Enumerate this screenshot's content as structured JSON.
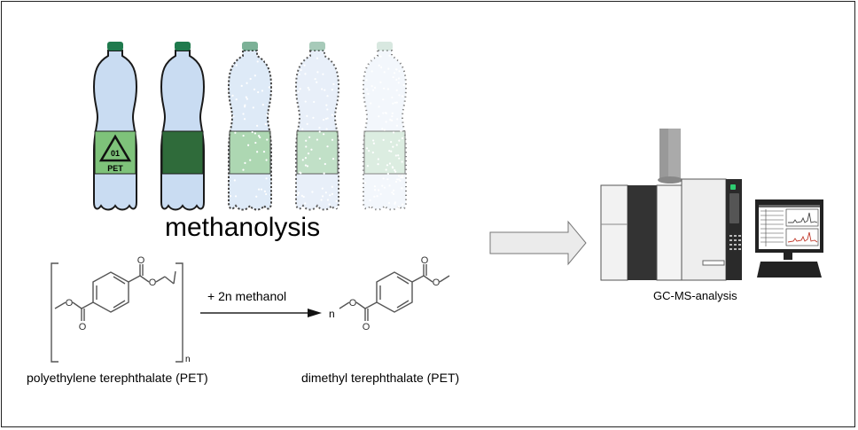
{
  "figure": {
    "process_title": "methanolysis",
    "reaction": {
      "reagent_label": "+ 2n methanol",
      "product_coefficient": "n",
      "repeat_subscript": "n",
      "reactant_name": "polyethylene terephthalate (PET)",
      "product_name": "dimethyl terephthalate (PET)",
      "atom_label": "O"
    },
    "bottles": {
      "count": 5,
      "recycling_code": "01",
      "recycling_label": "PET",
      "stages": [
        {
          "degradation": 0
        },
        {
          "degradation": 0
        },
        {
          "degradation": 0.35
        },
        {
          "degradation": 0.55
        },
        {
          "degradation": 0.85
        }
      ],
      "colors": {
        "body": "#c9dcf2",
        "label_light": "#7ec27a",
        "label_dark": "#2f6b3a",
        "cap": "#1f7a4d",
        "outline": "#1a1a1a"
      }
    },
    "flow_arrow": {
      "direction": "right"
    },
    "instrument": {
      "caption": "GC-MS-analysis",
      "monitor_traces": [
        "black-chromatogram",
        "red-chromatogram"
      ],
      "colors": {
        "trace_top": "#444444",
        "trace_bottom": "#c0392b",
        "status_light": "#2ecc71"
      }
    }
  }
}
